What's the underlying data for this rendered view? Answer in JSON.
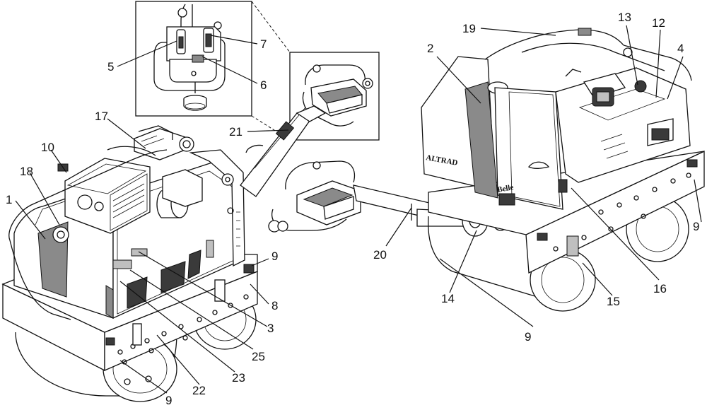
{
  "brand_labels": {
    "altrad": "ALTRAD",
    "belle": "Belle"
  },
  "callouts": [
    {
      "id": "c1",
      "text": "1"
    },
    {
      "id": "c18",
      "text": "18"
    },
    {
      "id": "c10",
      "text": "10"
    },
    {
      "id": "c17",
      "text": "17"
    },
    {
      "id": "c5",
      "text": "5"
    },
    {
      "id": "c7",
      "text": "7"
    },
    {
      "id": "c6",
      "text": "6"
    },
    {
      "id": "c21",
      "text": "21"
    },
    {
      "id": "c9a",
      "text": "9"
    },
    {
      "id": "c8",
      "text": "8"
    },
    {
      "id": "c3",
      "text": "3"
    },
    {
      "id": "c25",
      "text": "25"
    },
    {
      "id": "c23",
      "text": "23"
    },
    {
      "id": "c22",
      "text": "22"
    },
    {
      "id": "c9b",
      "text": "9"
    },
    {
      "id": "c19",
      "text": "19"
    },
    {
      "id": "c2",
      "text": "2"
    },
    {
      "id": "c13",
      "text": "13"
    },
    {
      "id": "c12",
      "text": "12"
    },
    {
      "id": "c4",
      "text": "4"
    },
    {
      "id": "c9c",
      "text": "9"
    },
    {
      "id": "c16",
      "text": "16"
    },
    {
      "id": "c15",
      "text": "15"
    },
    {
      "id": "c14",
      "text": "14"
    },
    {
      "id": "c20",
      "text": "20"
    },
    {
      "id": "c9d",
      "text": "9"
    }
  ]
}
